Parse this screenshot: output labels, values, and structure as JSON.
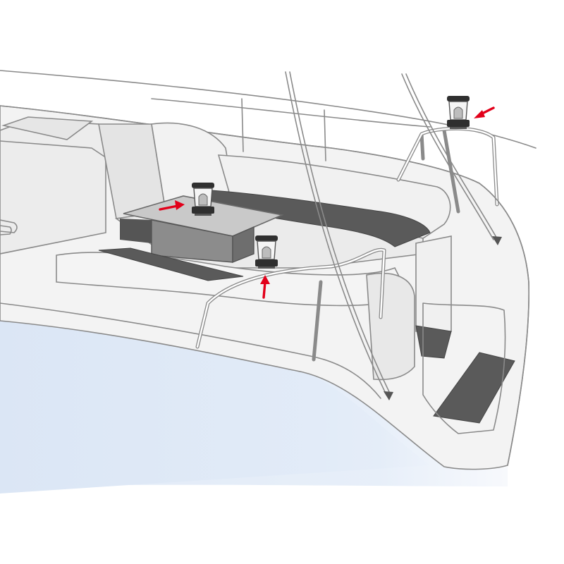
{
  "image": {
    "subject": "sailboat-stern-cockpit-illustration",
    "colors": {
      "outline": "#8a8a8a",
      "hull": "#f3f3f3",
      "water_gradient_start": "#dbe6f5",
      "water_gradient_end": "#f6f8fc",
      "deck_mat": "#5a5a5a",
      "table": "#8c8c8c",
      "lantern_body": "#2f2f2f",
      "arrow": "#e2001a"
    },
    "markers": [
      {
        "id": "lantern-pushpit",
        "icon": "lantern-icon",
        "arrow": "arrow-down-left-icon"
      },
      {
        "id": "lantern-table",
        "icon": "lantern-icon",
        "arrow": "arrow-right-icon"
      },
      {
        "id": "lantern-rail",
        "icon": "lantern-icon",
        "arrow": "arrow-up-icon"
      }
    ]
  }
}
